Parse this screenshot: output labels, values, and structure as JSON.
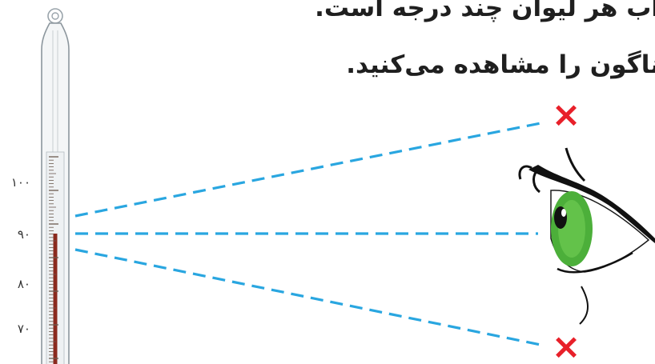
{
  "text": {
    "line1": "آب هر لیوان چند درجه است.",
    "line2": "ناگون را مشاهده می‌کنید."
  },
  "thermometer": {
    "scale_labels": [
      "۱۰۰",
      "۹۰",
      "۸۰",
      "۷۰"
    ],
    "mercury_color": "#8b2a1e"
  },
  "sight_lines": {
    "color": "#29a6e0",
    "wrong_marker_color": "#e8202a",
    "wrong_marker_symbol": "×",
    "count": 3
  },
  "eye": {
    "iris_color": "#4caf3a",
    "icon": "eye-icon"
  }
}
